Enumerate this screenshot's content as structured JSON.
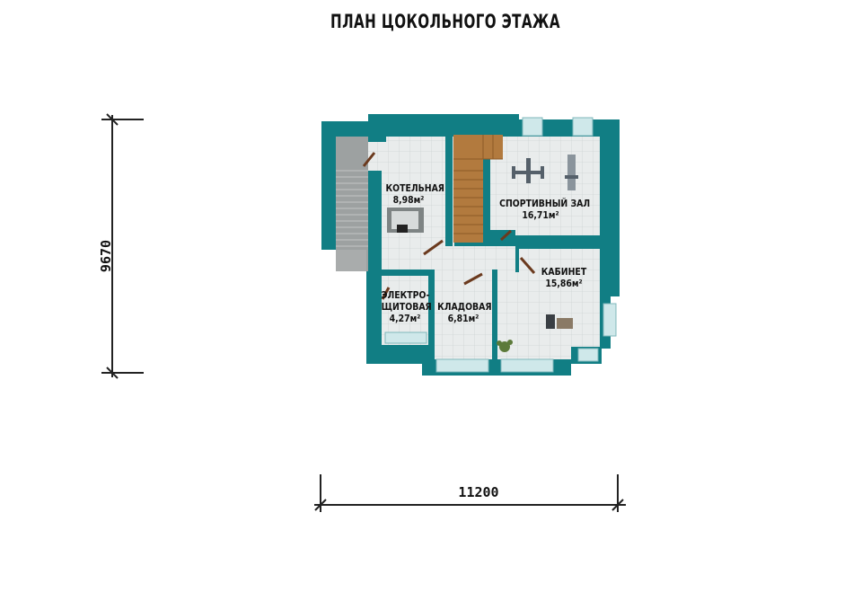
{
  "title": "ПЛАН ЦОКОЛЬНОГО ЭТАЖА",
  "dimensions": {
    "height": "9670",
    "width": "11200"
  },
  "rooms": [
    {
      "name": "КОТЕЛЬНАЯ",
      "area": "8,98м²"
    },
    {
      "name": "СПОРТИВНЫЙ ЗАЛ",
      "area": "16,71м²"
    },
    {
      "name": "КАБИНЕТ",
      "area": "15,86м²"
    },
    {
      "name_line1": "ЭЛЕКТРО-",
      "name_line2": "ЩИТОВАЯ",
      "area": "4,27м²"
    },
    {
      "name": "КЛАДОВАЯ",
      "area": "6,81м²"
    }
  ],
  "colors": {
    "wall": "#117e84",
    "floor": "#e9ecec",
    "stairs_wood": "#b27a3e",
    "stairs_gray": "#9da1a1",
    "window": "#cfe8ea"
  }
}
